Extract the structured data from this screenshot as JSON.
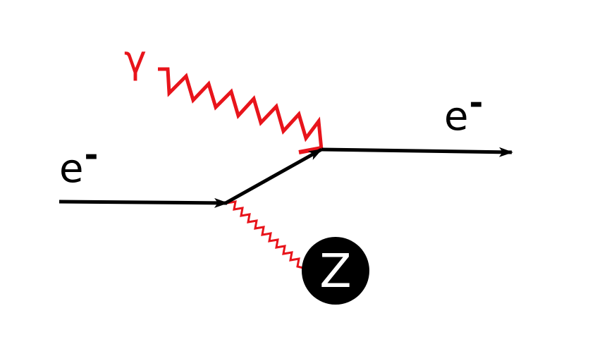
{
  "labels": {
    "incoming_electron": "e",
    "incoming_electron_charge": "-",
    "outgoing_electron": "e",
    "outgoing_electron_charge": "-",
    "photon": "γ",
    "nucleus": "Z"
  },
  "colors": {
    "fermion_line": "#000000",
    "photon_line": "#e8141b",
    "nucleus_fill": "#000000",
    "nucleus_text": "#ffffff"
  }
}
